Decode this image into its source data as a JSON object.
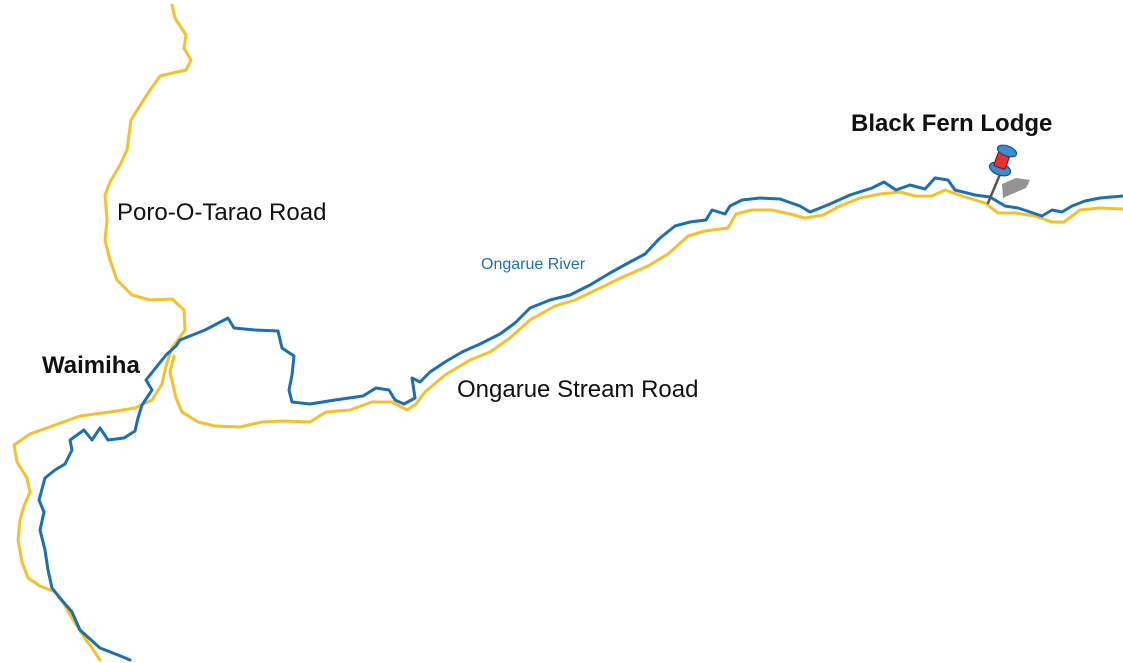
{
  "map": {
    "places": {
      "waimiha": "Waimiha",
      "lodge": "Black Fern Lodge"
    },
    "roads": {
      "poro_o_tarao": "Poro-O-Tarao Road",
      "ongarue_stream": "Ongarue Stream Road"
    },
    "rivers": {
      "ongarue": "Ongarue River"
    },
    "colors": {
      "road": "#F5C02A",
      "river": "#1B6FB3",
      "pin_head": "#E8312A",
      "pin_needle": "#555555"
    },
    "icons": {
      "lodge_marker": "pushpin-icon"
    }
  }
}
